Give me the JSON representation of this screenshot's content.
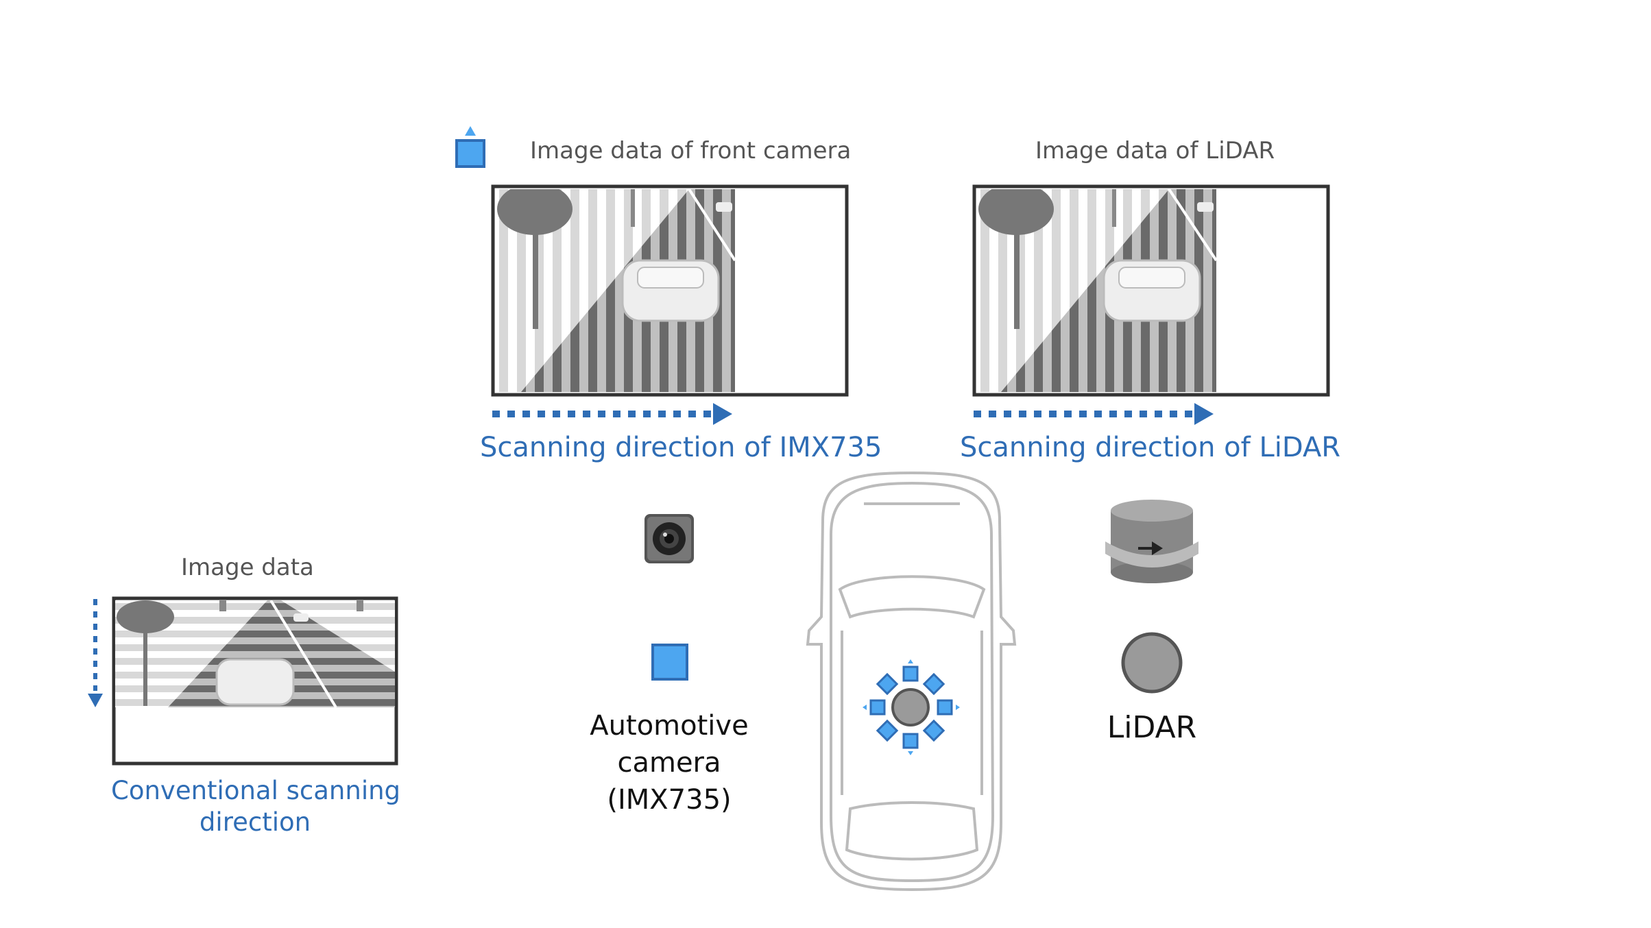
{
  "front_camera": {
    "title": "Image data of front camera",
    "caption": "Scanning direction of IMX735"
  },
  "lidar_image": {
    "title": "Image data of LiDAR",
    "caption": "Scanning direction of LiDAR"
  },
  "conventional": {
    "title": "Image data",
    "caption_line1": "Conventional scanning",
    "caption_line2": "direction"
  },
  "legend": {
    "camera_line1": "Automotive",
    "camera_line2": "camera",
    "camera_line3": "(IMX735)",
    "lidar": "LiDAR"
  },
  "colors": {
    "accent_blue": "#2f6db5",
    "camera_marker": "#4da6f0",
    "lidar_marker": "#9a9a9a"
  },
  "icons": [
    "camera-marker-icon",
    "camera-device-icon",
    "lidar-device-icon",
    "lidar-marker-icon",
    "car-topview-icon",
    "scan-arrow-icon"
  ]
}
